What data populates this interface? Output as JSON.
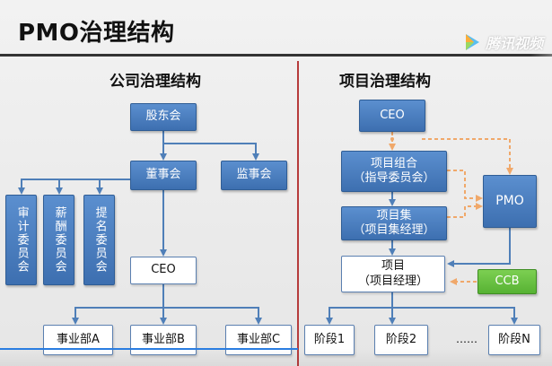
{
  "title": "PMO治理结构",
  "watermark": "腾讯视频",
  "left": {
    "heading": "公司治理结构",
    "shareholders": "股东会",
    "board": "董事会",
    "supervisors": "监事会",
    "committees": [
      "审计委员会",
      "薪酬委员会",
      "提名委员会"
    ],
    "ceo": "CEO",
    "divisions": [
      "事业部A",
      "事业部B",
      "事业部C"
    ]
  },
  "right": {
    "heading": "项目治理结构",
    "ceo": "CEO",
    "portfolio": [
      "项目组合",
      "（指导委员会）"
    ],
    "program": [
      "项目集",
      "（项目集经理）"
    ],
    "project": [
      "项目",
      "（项目经理）"
    ],
    "pmo": "PMO",
    "ccb": "CCB",
    "phases": [
      "阶段1",
      "阶段2",
      "阶段N"
    ],
    "ellipsis": "……"
  },
  "colors": {
    "box_blue": "#4a7fc1",
    "box_green": "#5fbf3a",
    "connector_blue": "#4f7fb8",
    "connector_orange": "#f0a86a",
    "divider_red": "#b63b3b"
  },
  "player": {
    "progress": 0.54
  }
}
